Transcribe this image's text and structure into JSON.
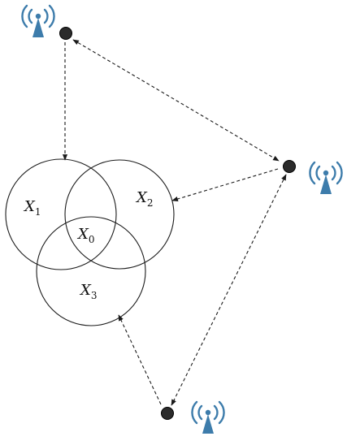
{
  "colors": {
    "antenna": "#3d7cab",
    "node": "#2b2b2b",
    "line": "#1a1a1a"
  },
  "sets": [
    {
      "id": "X1",
      "letter": "X",
      "subscript": "1"
    },
    {
      "id": "X2",
      "letter": "X",
      "subscript": "2"
    },
    {
      "id": "X3",
      "letter": "X",
      "subscript": "3"
    },
    {
      "id": "X0",
      "letter": "X",
      "subscript": "0"
    }
  ],
  "transmitters": [
    {
      "id": "tx-top",
      "icon": "wifi-antenna-icon"
    },
    {
      "id": "tx-right",
      "icon": "wifi-antenna-icon"
    },
    {
      "id": "tx-bottom",
      "icon": "wifi-antenna-icon"
    }
  ],
  "links": [
    {
      "from": "tx-top",
      "to": "tx-right",
      "style": "dashed",
      "arrows": "both"
    },
    {
      "from": "tx-right",
      "to": "tx-bottom",
      "style": "dashed",
      "arrows": "both"
    },
    {
      "from": "tx-top",
      "to": "X1",
      "style": "dashed",
      "arrows": "end"
    },
    {
      "from": "tx-right",
      "to": "X2",
      "style": "dashed",
      "arrows": "end"
    },
    {
      "from": "tx-bottom",
      "to": "X3",
      "style": "dashed",
      "arrows": "end"
    }
  ]
}
